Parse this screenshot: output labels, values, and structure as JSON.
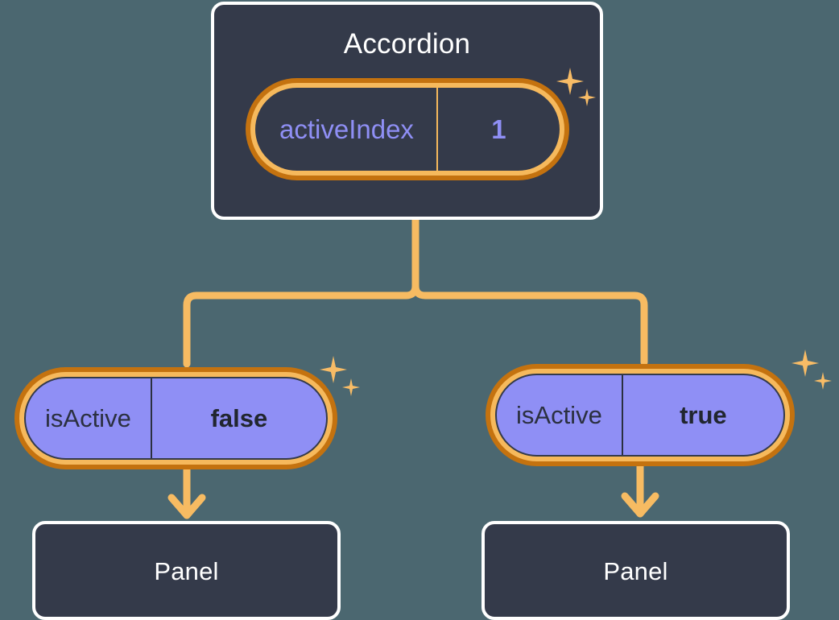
{
  "theme": {
    "background": "#4b6770",
    "component_fill": "#343a4a",
    "component_border": "#ffffff",
    "ring_outer": "#c4720f",
    "ring_inner": "#f6b95c",
    "state_fill": "#8f8ff5",
    "accent_text": "#8f8ff5",
    "wire": "#f7bb62",
    "sparkle": "#f8bc66"
  },
  "diagram": {
    "type": "component-tree",
    "root": {
      "name": "accordion",
      "title": "Accordion",
      "state": {
        "key": "activeIndex",
        "value": "1",
        "sparkle": "sparkles-icon"
      }
    },
    "branches": [
      {
        "name": "branch-left",
        "prop": {
          "key": "isActive",
          "value": "false",
          "sparkle": "sparkles-icon"
        },
        "child": {
          "name": "panel-left",
          "title": "Panel"
        }
      },
      {
        "name": "branch-right",
        "prop": {
          "key": "isActive",
          "value": "true",
          "sparkle": "sparkles-icon"
        },
        "child": {
          "name": "panel-right",
          "title": "Panel"
        }
      }
    ],
    "connectors": {
      "fork": "split-down-two-branches",
      "arrows": "arrow-down-icon"
    }
  }
}
